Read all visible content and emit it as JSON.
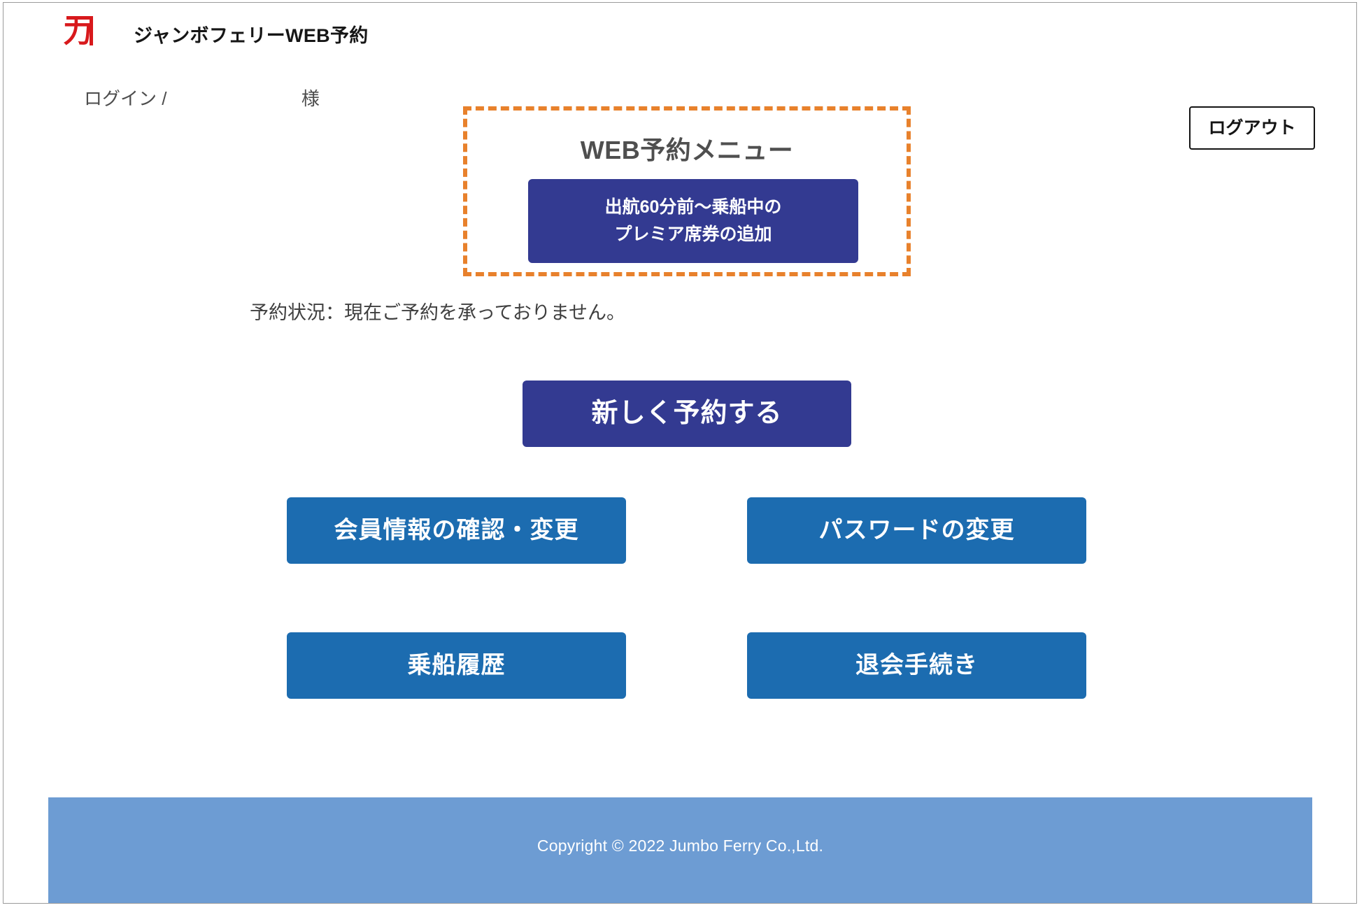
{
  "header": {
    "logo_icon": "jumbo-ferry-ka-logo-icon",
    "logo_glyph": "力",
    "site_title": "ジャンボフェリーWEB予約"
  },
  "account": {
    "login_label": "ログイン /",
    "username": "",
    "honorific": "様",
    "logout_label": "ログアウト"
  },
  "promo": {
    "title": "WEB予約メニュー",
    "button_line1": "出航60分前～乗船中の",
    "button_line2": "プレミア席券の追加"
  },
  "status": {
    "reservation_status": "予約状況：現在ご予約を承っておりません。"
  },
  "actions": {
    "new_reservation": "新しく予約する",
    "member_info": "会員情報の確認・変更",
    "password_change": "パスワードの変更",
    "boarding_history": "乗船履歴",
    "withdrawal": "退会手続き"
  },
  "footer": {
    "copyright": "Copyright © 2022 Jumbo Ferry Co.,Ltd."
  },
  "colors": {
    "navy_button": "#333a91",
    "blue_button": "#1c6cb0",
    "footer_bar": "#6d9cd3",
    "promo_border": "#e8812c",
    "logo_red": "#d8191c"
  }
}
